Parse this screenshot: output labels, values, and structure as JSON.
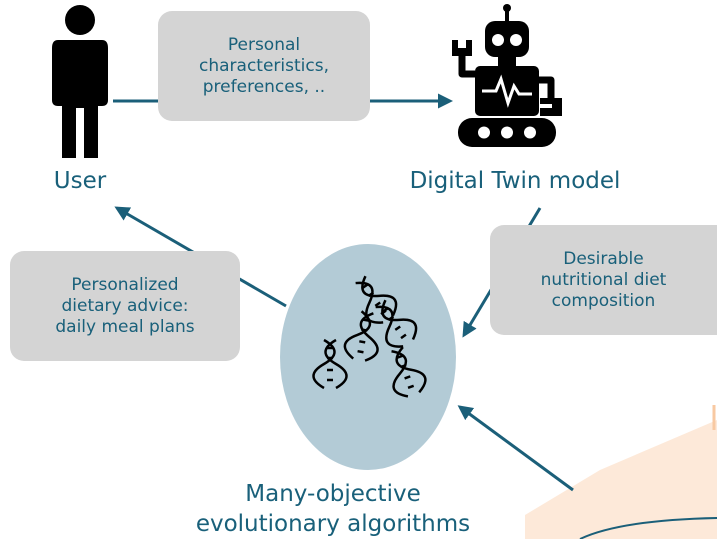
{
  "colors": {
    "arrow": "#1b5f79",
    "text": "#19607a",
    "box": "#d4d4d4",
    "ellipse": "#b3cbd6",
    "icon": "#000000",
    "decor_fill": "#fde9d9",
    "decor_accent": "#f8c9a2"
  },
  "nodes": {
    "user": {
      "label": "User",
      "icon": "person-icon"
    },
    "digital_twin": {
      "label": "Digital Twin model",
      "icon": "robot-icon"
    },
    "algorithms": {
      "label": "Many-objective\nevolutionary algorithms",
      "icon": "dna-icon"
    }
  },
  "edge_labels": {
    "user_to_twin": "Personal\ncharacteristics,\npreferences, ..",
    "twin_to_algorithms": "Desirable\nnutritional diet\ncomposition",
    "algorithms_to_user": "Personalized\ndietary advice:\ndaily meal plans"
  }
}
